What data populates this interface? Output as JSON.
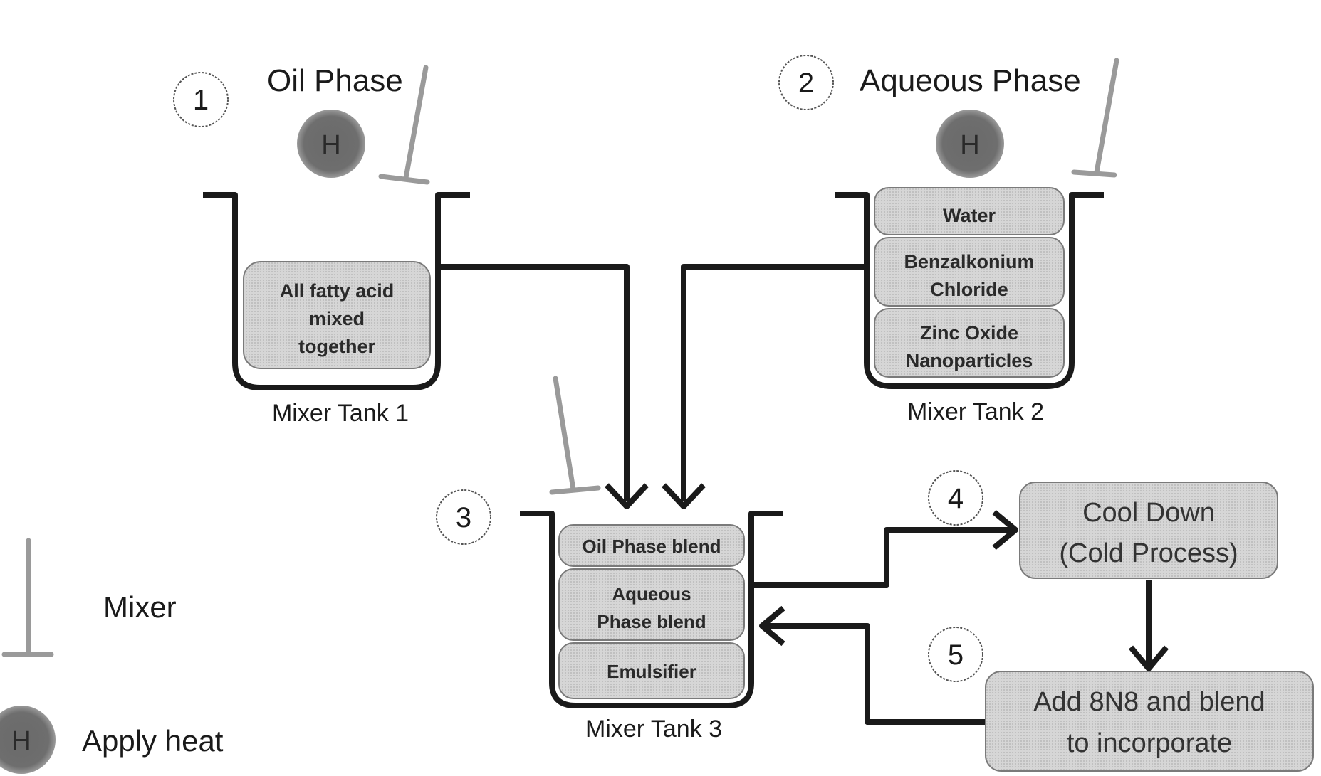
{
  "colors": {
    "line": "#1a1a1a",
    "box_fill": "#d3d3d3",
    "box_stroke": "#7a7a7a",
    "heat_fill": "#707070",
    "mixer_stroke": "#9a9a9a",
    "circle_stroke": "#555555"
  },
  "steps": {
    "s1": "1",
    "s2": "2",
    "s3": "3",
    "s4": "4",
    "s5": "5"
  },
  "phases": {
    "oil": "Oil Phase",
    "aqueous": "Aqueous Phase"
  },
  "heat_symbol": "H",
  "tanks": {
    "tank1": {
      "label": "Mixer Tank 1",
      "contents": [
        "All fatty acid",
        "mixed",
        "together"
      ]
    },
    "tank2": {
      "label": "Mixer Tank 2",
      "water": "Water",
      "benzalkonium": [
        "Benzalkonium",
        "Chloride"
      ],
      "zinc": [
        "Zinc Oxide",
        "Nanoparticles"
      ]
    },
    "tank3": {
      "label": "Mixer Tank 3",
      "oil_blend": "Oil Phase blend",
      "aqueous_blend": [
        "Aqueous",
        "Phase blend"
      ],
      "emulsifier": "Emulsifier"
    }
  },
  "process": {
    "cool_down": [
      "Cool Down",
      "(Cold Process)"
    ],
    "add_8n8": [
      "Add 8N8 and blend",
      "to incorporate"
    ]
  },
  "legend": {
    "mixer": "Mixer",
    "heat": "Apply heat"
  },
  "icons": [
    "mixer-icon",
    "heat-icon",
    "arrow-icon"
  ]
}
